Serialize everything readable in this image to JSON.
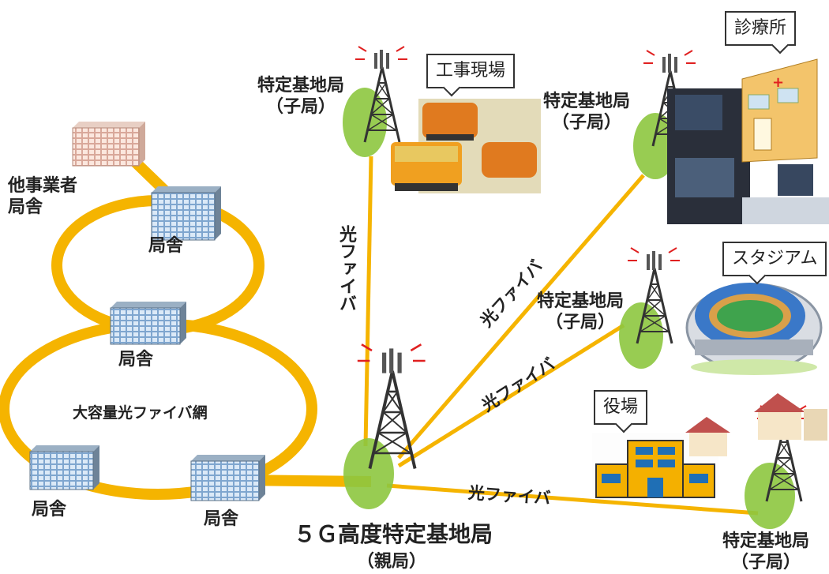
{
  "network": {
    "ring_label": "大容量光ファイバ網",
    "office_label": "局舎",
    "other_operator_label": "他事業者\n局舎"
  },
  "parent_station": {
    "title": "５Ｇ高度特定基地局",
    "subtitle": "（親局）"
  },
  "child_station_label": "特定基地局\n（子局）",
  "fiber_label": "光ファイバ",
  "sites": {
    "construction": "工事現場",
    "clinic": "診療所",
    "stadium": "スタジアム",
    "town_hall": "役場"
  },
  "colors": {
    "fiber": "#F5B400",
    "cell_area": "#8DC63F",
    "building": "#A7C7E7"
  }
}
